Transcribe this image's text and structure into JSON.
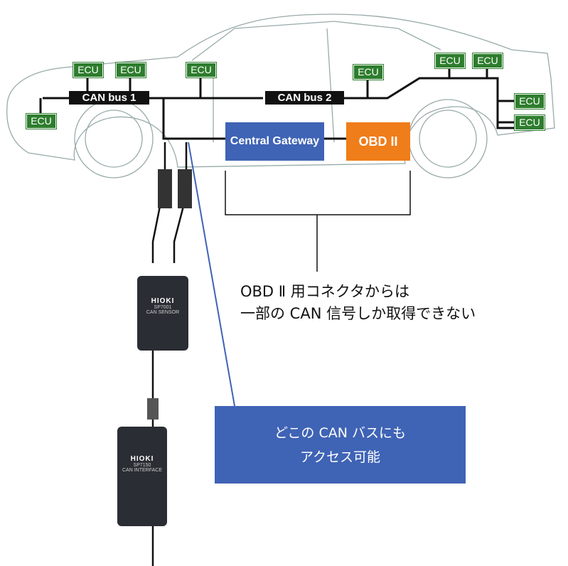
{
  "ecu_label": "ECU",
  "buses": {
    "bus1": "CAN bus 1",
    "bus2": "CAN bus 2"
  },
  "gateway": "Central Gateway",
  "obd": "OBD II",
  "obd_note": [
    "OBD Ⅱ 用コネクタからは",
    "一部の CAN 信号しか取得できない"
  ],
  "callout": [
    "どこの CAN バスにも",
    "アクセス可能"
  ],
  "devices": [
    {
      "logo": "HIOKI",
      "model": "SP7001",
      "type": "CAN SENSOR"
    },
    {
      "logo": "HIOKI",
      "model": "SP7150",
      "type": "CAN INTERFACE"
    }
  ],
  "colors": {
    "ecu": "#2e7d2e",
    "gateway": "#3f63b5",
    "obd": "#ef7d1a",
    "callout": "#3f63b5",
    "bus": "#111111"
  }
}
